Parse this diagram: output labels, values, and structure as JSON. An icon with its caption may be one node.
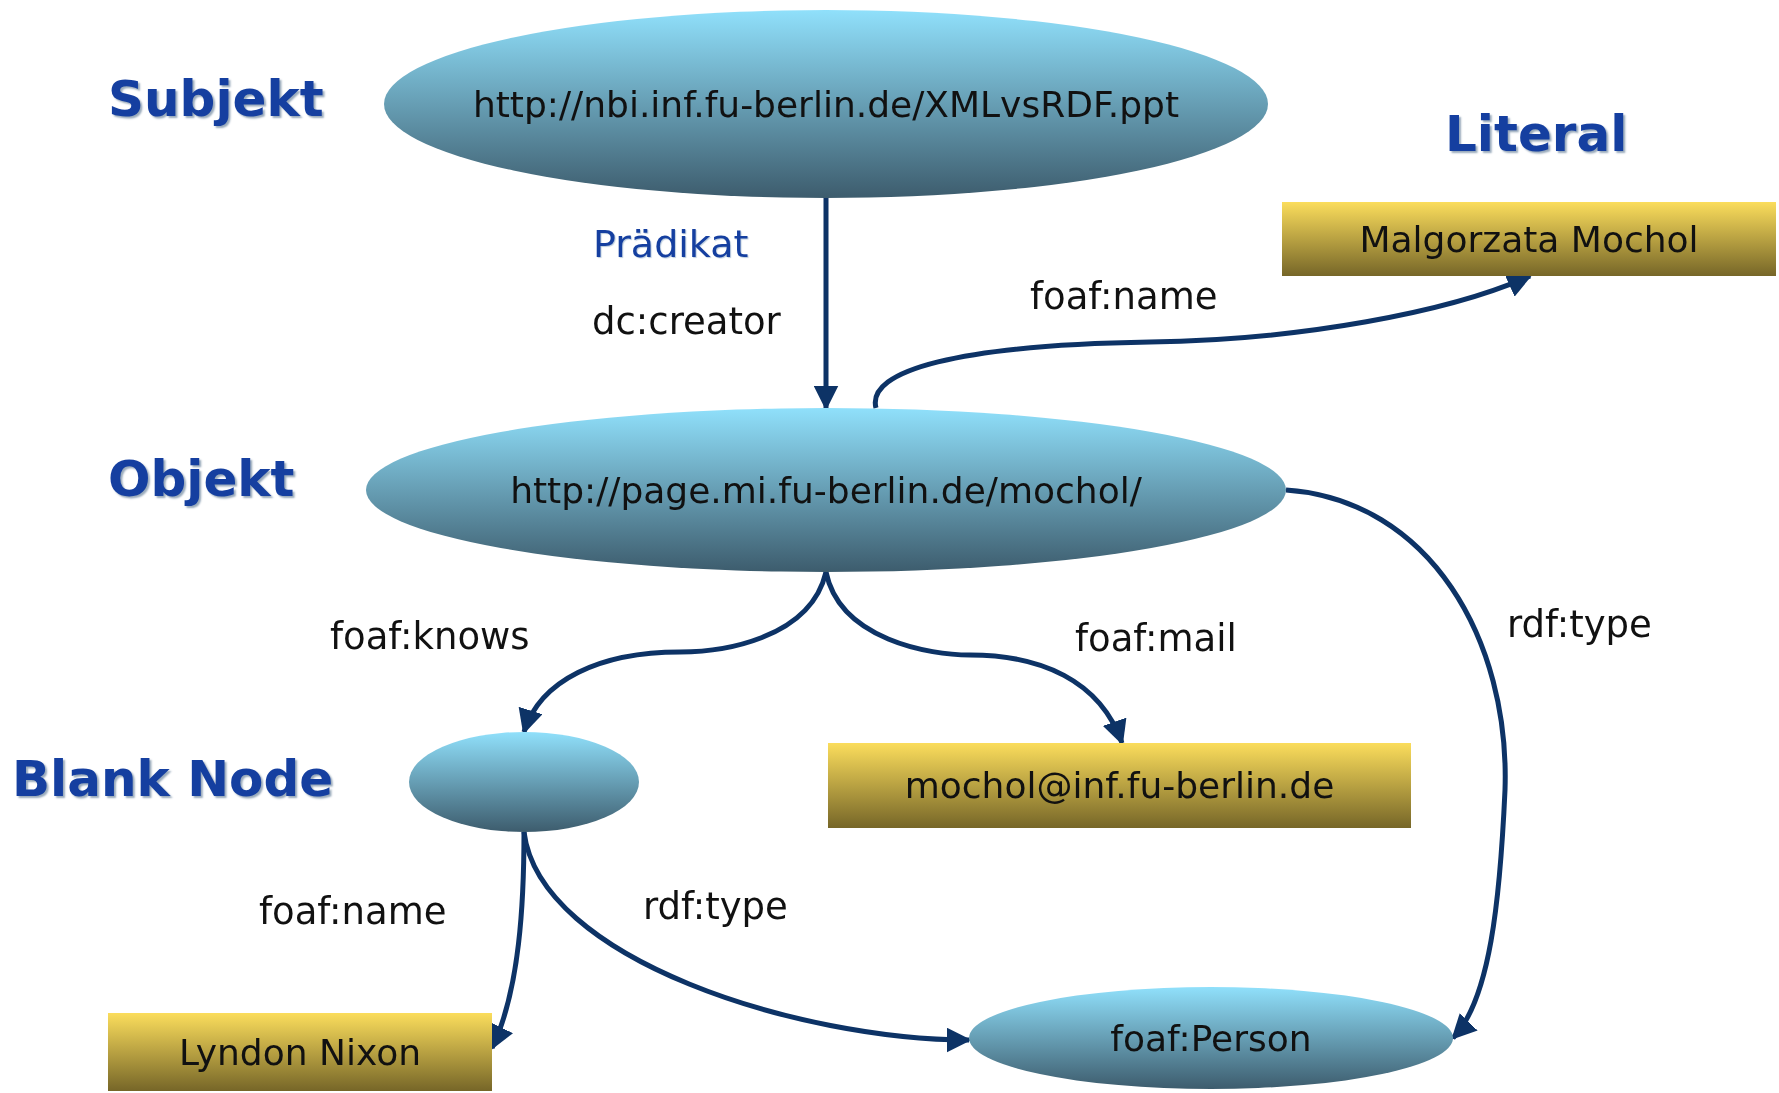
{
  "diagram": {
    "nodes": [
      {
        "text": [
          "http://nbi.inf.fu-berlin.de/XMLvsRDF.ppt"
        ]
      },
      {
        "text": [
          "Malgorzata Mochol"
        ]
      },
      {
        "text": [
          "http://page.mi.fu-berlin.de/mochol/"
        ]
      },
      {
        "text": [],
        "shape": "circle"
      },
      {
        "text": [
          "mochol@inf.fu-berlin.de"
        ]
      },
      {
        "text": [
          "Lyndon Nixon"
        ]
      },
      {
        "text": [
          "foaf:Person"
        ]
      }
    ],
    "edges": [
      {
        "from": 0,
        "to": 2,
        "arrow": "to",
        "label": "dc:creator"
      },
      {
        "from": 2,
        "to": 1,
        "arrow": "to",
        "label": "foaf:name"
      },
      {
        "from": 2,
        "to": 3,
        "arrow": "to",
        "label": "foaf:knows"
      },
      {
        "from": 2,
        "to": 4,
        "arrow": "to",
        "label": "foaf:mail"
      },
      {
        "from": 2,
        "to": 6,
        "arrow": "to",
        "label": "rdf:type"
      },
      {
        "from": 3,
        "to": 5,
        "arrow": "to",
        "label": "foaf:name"
      },
      {
        "from": 3,
        "to": 6,
        "arrow": "to",
        "label": "rdf:type"
      }
    ],
    "labels": [
      "Subjekt",
      "Literal",
      "Prädikat",
      "Objekt",
      "Blank Node"
    ]
  }
}
